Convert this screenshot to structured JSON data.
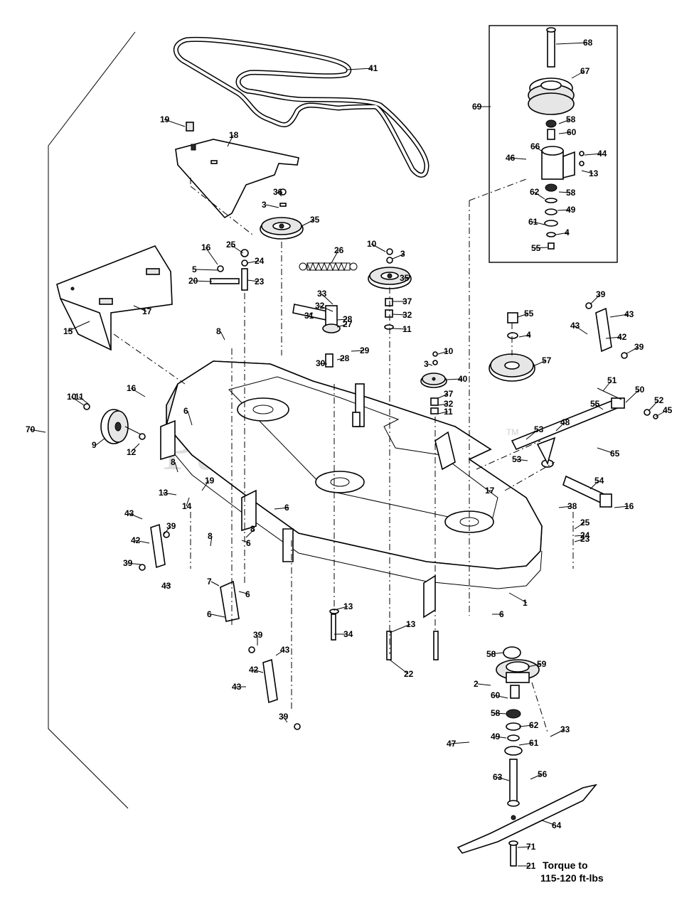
{
  "watermark": {
    "text": "PartsTree",
    "trademark": "TM"
  },
  "torque_note": {
    "line1": "Torque to",
    "line2": "115-120 ft-lbs"
  },
  "callouts": [
    {
      "n": "41"
    },
    {
      "n": "19"
    },
    {
      "n": "18"
    },
    {
      "n": "36"
    },
    {
      "n": "3"
    },
    {
      "n": "35"
    },
    {
      "n": "16"
    },
    {
      "n": "25"
    },
    {
      "n": "24"
    },
    {
      "n": "5"
    },
    {
      "n": "23"
    },
    {
      "n": "20"
    },
    {
      "n": "26"
    },
    {
      "n": "10"
    },
    {
      "n": "3"
    },
    {
      "n": "35"
    },
    {
      "n": "15"
    },
    {
      "n": "17"
    },
    {
      "n": "33"
    },
    {
      "n": "32"
    },
    {
      "n": "28"
    },
    {
      "n": "31"
    },
    {
      "n": "27"
    },
    {
      "n": "29"
    },
    {
      "n": "28"
    },
    {
      "n": "30"
    },
    {
      "n": "37"
    },
    {
      "n": "32"
    },
    {
      "n": "11"
    },
    {
      "n": "68"
    },
    {
      "n": "67"
    },
    {
      "n": "69"
    },
    {
      "n": "58"
    },
    {
      "n": "60"
    },
    {
      "n": "66"
    },
    {
      "n": "46"
    },
    {
      "n": "44"
    },
    {
      "n": "13"
    },
    {
      "n": "58"
    },
    {
      "n": "62"
    },
    {
      "n": "49"
    },
    {
      "n": "61"
    },
    {
      "n": "4"
    },
    {
      "n": "55"
    },
    {
      "n": "39"
    },
    {
      "n": "43"
    },
    {
      "n": "43"
    },
    {
      "n": "42"
    },
    {
      "n": "39"
    },
    {
      "n": "55"
    },
    {
      "n": "4"
    },
    {
      "n": "57"
    },
    {
      "n": "10"
    },
    {
      "n": "3"
    },
    {
      "n": "40"
    },
    {
      "n": "37"
    },
    {
      "n": "32"
    },
    {
      "n": "11"
    },
    {
      "n": "8"
    },
    {
      "n": "16"
    },
    {
      "n": "10"
    },
    {
      "n": "11"
    },
    {
      "n": "6"
    },
    {
      "n": "9"
    },
    {
      "n": "12"
    },
    {
      "n": "70"
    },
    {
      "n": "51"
    },
    {
      "n": "50"
    },
    {
      "n": "55"
    },
    {
      "n": "52"
    },
    {
      "n": "45"
    },
    {
      "n": "53"
    },
    {
      "n": "48"
    },
    {
      "n": "53"
    },
    {
      "n": "65"
    },
    {
      "n": "54"
    },
    {
      "n": "17"
    },
    {
      "n": "16"
    },
    {
      "n": "38"
    },
    {
      "n": "8"
    },
    {
      "n": "13"
    },
    {
      "n": "14"
    },
    {
      "n": "19"
    },
    {
      "n": "6"
    },
    {
      "n": "43"
    },
    {
      "n": "42"
    },
    {
      "n": "39"
    },
    {
      "n": "39"
    },
    {
      "n": "43"
    },
    {
      "n": "8"
    },
    {
      "n": "8"
    },
    {
      "n": "6"
    },
    {
      "n": "7"
    },
    {
      "n": "6"
    },
    {
      "n": "6"
    },
    {
      "n": "25"
    },
    {
      "n": "24"
    },
    {
      "n": "23"
    },
    {
      "n": "1"
    },
    {
      "n": "6"
    },
    {
      "n": "13"
    },
    {
      "n": "34"
    },
    {
      "n": "13"
    },
    {
      "n": "22"
    },
    {
      "n": "39"
    },
    {
      "n": "43"
    },
    {
      "n": "42"
    },
    {
      "n": "43"
    },
    {
      "n": "39"
    },
    {
      "n": "58"
    },
    {
      "n": "59"
    },
    {
      "n": "2"
    },
    {
      "n": "60"
    },
    {
      "n": "58"
    },
    {
      "n": "62"
    },
    {
      "n": "49"
    },
    {
      "n": "61"
    },
    {
      "n": "33"
    },
    {
      "n": "47"
    },
    {
      "n": "63"
    },
    {
      "n": "56"
    },
    {
      "n": "64"
    },
    {
      "n": "71"
    },
    {
      "n": "21"
    }
  ]
}
